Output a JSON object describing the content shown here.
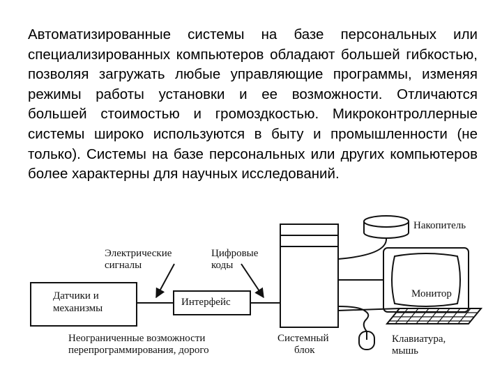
{
  "paragraph": "Автоматизированные системы на базе персональных или специализированных компьютеров обладают большей гибкостью, позволяя загружать любые управляющие программы, изменяя режимы работы установки и ее возможности. Отличаются большей стоимостью и громоздкостью. Микроконтроллерные системы широко используются в быту и промышленности (не только). Системы на базе персональных или других компьютеров более характерны для научных исследований.",
  "diagram": {
    "storage": "Накопитель",
    "electric_signals_line1": "Электрические",
    "electric_signals_line2": "сигналы",
    "digital_codes_line1": "Цифровые",
    "digital_codes_line2": "коды",
    "sensors_line1": "Датчики и",
    "sensors_line2": "механизмы",
    "interface": "Интерфейс",
    "monitor": "Монитор",
    "unlimited_line1": "Неограниченные возможности",
    "unlimited_line2": "перепрограммирования, дорого",
    "system_unit_line1": "Системный",
    "system_unit_line2": "блок",
    "keyboard_line1": "Клавиатура,",
    "keyboard_line2": "мышь",
    "stroke_color": "#111111"
  }
}
